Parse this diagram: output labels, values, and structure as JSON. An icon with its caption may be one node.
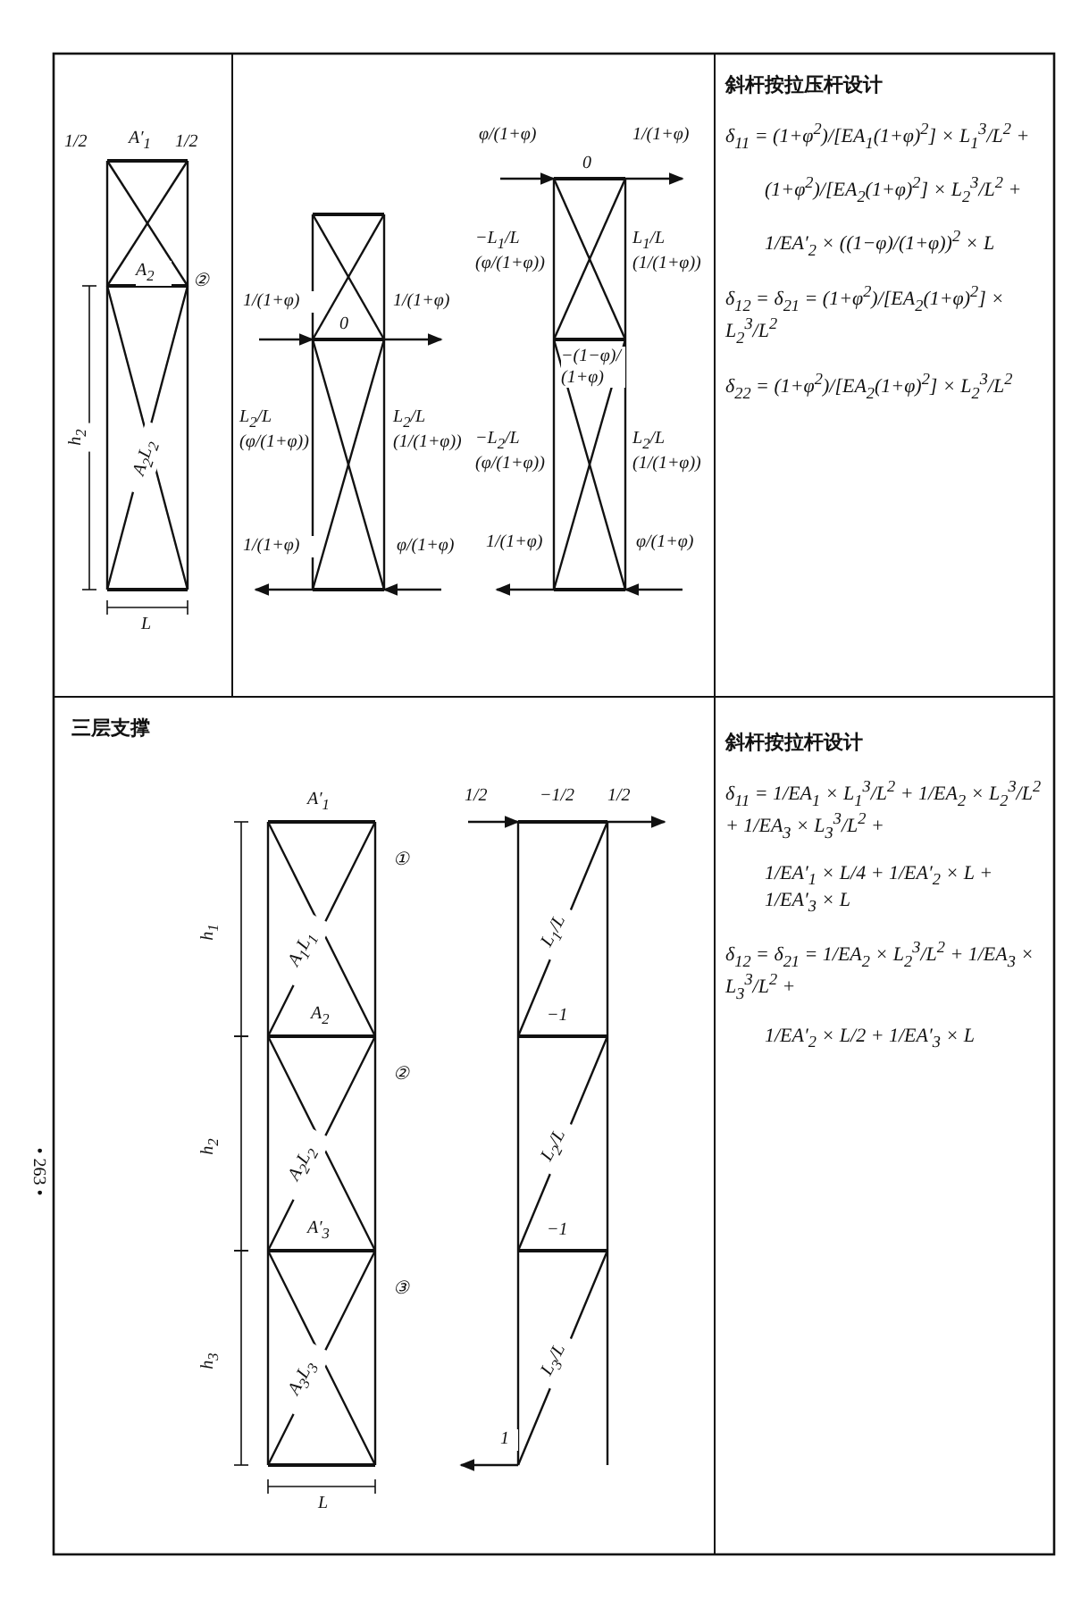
{
  "diagram": {
    "labels": [
      "1/2",
      "A′$_{1}$",
      "1/2",
      "A$_{2}$",
      "②",
      "h$_{2}$",
      "A$_{2}$L$_{2}$",
      "L",
      "1/(1+φ)",
      "0",
      "1/(1+φ)",
      "L$_{2}$/L (φ/(1+φ))",
      "L$_{2}$/L (1/(1+φ))",
      "1/(1+φ)",
      "φ/(1+φ)",
      "φ/(1+φ)",
      "0",
      "1/(1+φ)",
      "−L$_{1}$/L (φ/(1+φ))",
      "L$_{1}$/L (1/(1+φ))",
      "−(1−φ)/ (1+φ)",
      "−L$_{2}$/L (φ/(1+φ))",
      "L$_{2}$/L (1/(1+φ))",
      "1/(1+φ)",
      "φ/(1+φ)",
      "斜杆按拉压杆设计",
      "δ$_{11}$ = (1+φ$^{2}$)/[EA$_{1}$(1+φ)$^{2}$] × L$_{1}$$^{3}$/L$^{2}$ +",
      "(1+φ$^{2}$)/[EA$_{2}$(1+φ)$^{2}$] × L$_{2}$$^{3}$/L$^{2}$ +",
      "1/EA′$_{2}$ × ((1−φ)/(1+φ))$^{2}$ × L",
      "δ$_{12}$ = δ$_{21}$ = (1+φ$^{2}$)/[EA$_{2}$(1+φ)$^{2}$] × L$_{2}$$^{3}$/L$^{2}$",
      "δ$_{22}$ = (1+φ$^{2}$)/[EA$_{2}$(1+φ)$^{2}$] × L$_{2}$$^{3}$/L$^{2}$",
      "三层支撑",
      "A′$_{1}$",
      "①",
      "h$_{1}$",
      "A$_{1}$L$_{1}$",
      "A$_{2}$",
      "②",
      "h$_{2}$",
      "A$_{2}$L$_{2}$",
      "A′$_{3}$",
      "③",
      "h$_{3}$",
      "A$_{3}$L$_{3}$",
      "L",
      "1/2",
      "−1/2",
      "1/2",
      "L$_{1}$/L",
      "−1",
      "L$_{2}$/L",
      "−1",
      "L$_{3}$/L",
      "1",
      "斜杆按拉杆设计",
      "δ$_{11}$ = 1/EA$_{1}$ × L$_{1}$$^{3}$/L$^{2}$ + 1/EA$_{2}$ × L$_{2}$$^{3}$/L$^{2}$ + 1/EA$_{3}$ × L$_{3}$$^{3}$/L$^{2}$ +",
      "1/EA′$_{1}$ × L/4 + 1/EA′$_{2}$ × L + 1/EA′$_{3}$ × L",
      "δ$_{12}$ = δ$_{21}$ = 1/EA$_{2}$ × L$_{2}$$^{3}$/L$^{2}$ + 1/EA$_{3}$ × L$_{3}$$^{3}$/L$^{2}$ +",
      "1/EA′$_{2}$ × L/2 + 1/EA′$_{3}$ × L",
      "• 263 •"
    ]
  }
}
